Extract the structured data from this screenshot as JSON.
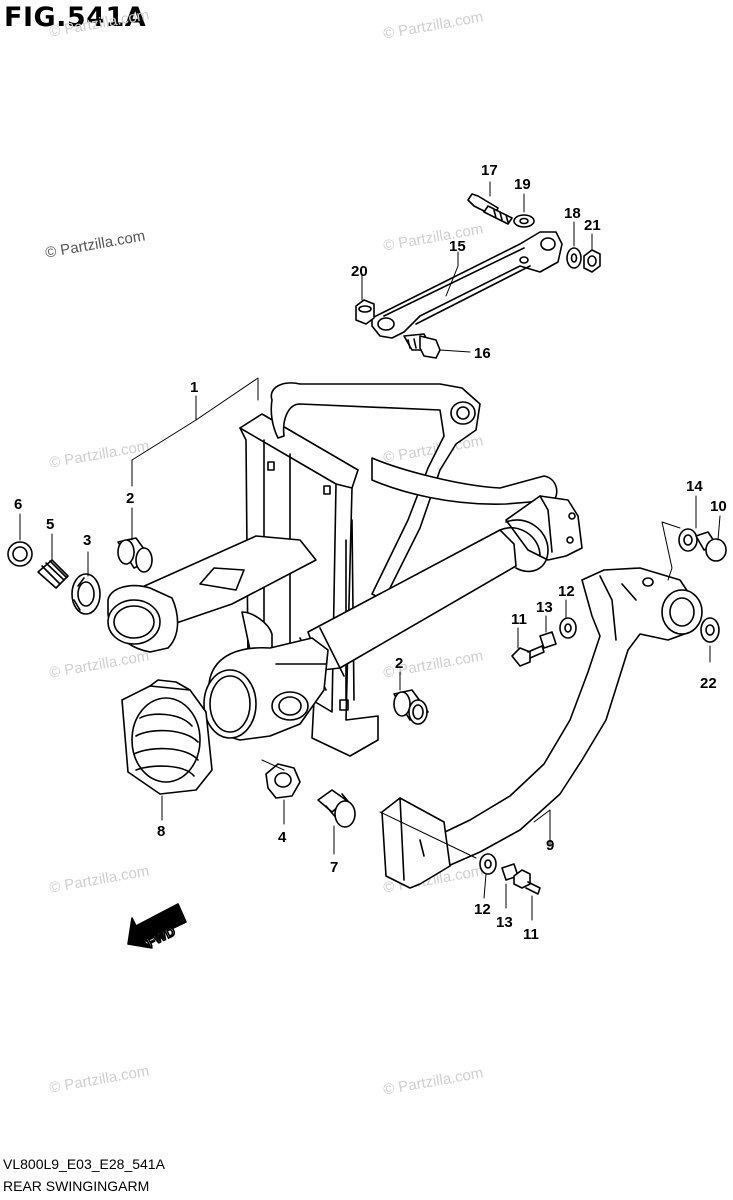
{
  "figure": {
    "title": "FIG.541A"
  },
  "footer": {
    "code": "VL800L9_E03_E28_541A",
    "name": "REAR SWINGINGARM"
  },
  "watermark": {
    "text": "© Partzilla.com"
  },
  "direction_indicator": {
    "label": "FWD"
  },
  "callouts": [
    "1",
    "2",
    "2",
    "3",
    "4",
    "5",
    "6",
    "7",
    "8",
    "9",
    "10",
    "11",
    "11",
    "12",
    "12",
    "13",
    "13",
    "14",
    "15",
    "16",
    "17",
    "18",
    "19",
    "20",
    "21",
    "22"
  ]
}
